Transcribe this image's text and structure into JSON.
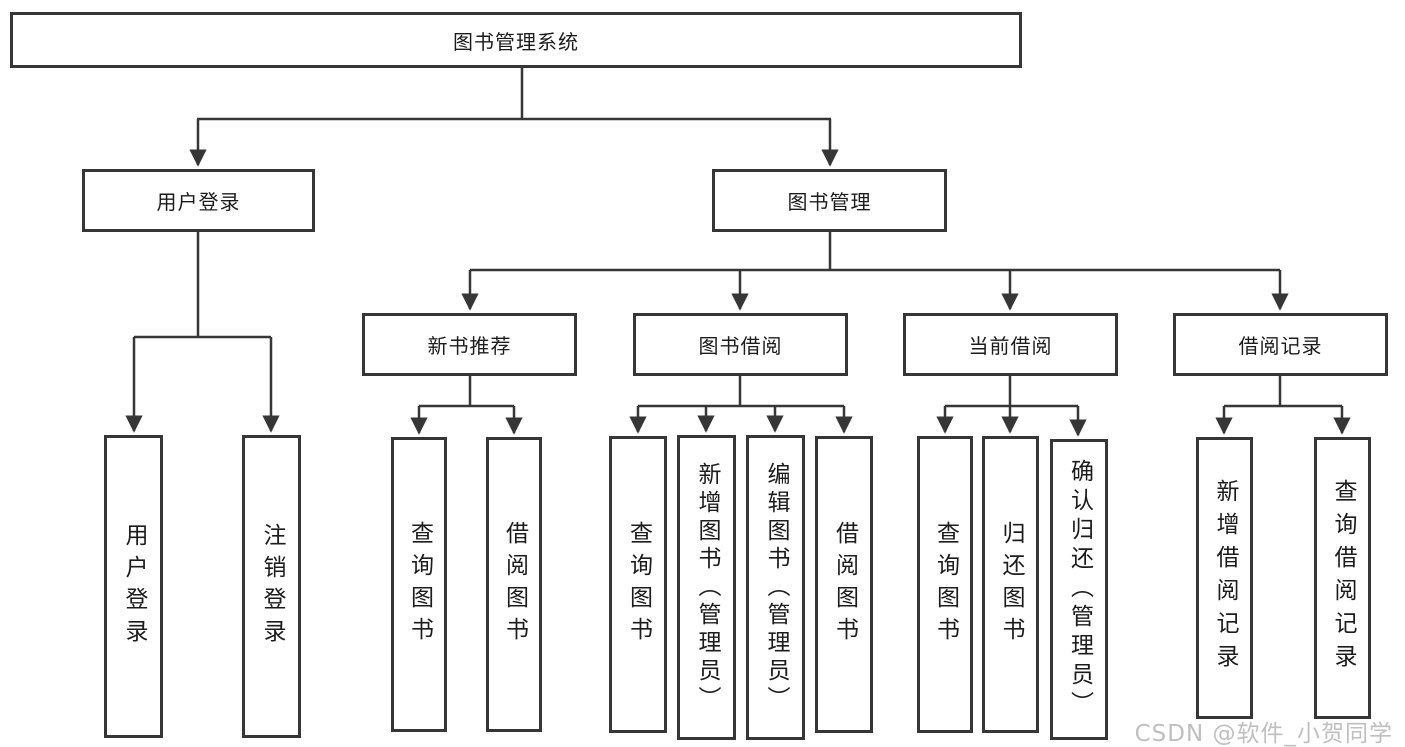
{
  "diagram": {
    "root": {
      "label": "图书管理系统",
      "children": [
        {
          "label": "用户登录",
          "children": [
            {
              "label": "用户登录"
            },
            {
              "label": "注销登录"
            }
          ]
        },
        {
          "label": "图书管理",
          "children": [
            {
              "label": "新书推荐",
              "children": [
                {
                  "label": "查询图书"
                },
                {
                  "label": "借阅图书"
                }
              ]
            },
            {
              "label": "图书借阅",
              "children": [
                {
                  "label": "查询图书"
                },
                {
                  "label": "新增图书（管理员）"
                },
                {
                  "label": "编辑图书（管理员）"
                },
                {
                  "label": "借阅图书"
                }
              ]
            },
            {
              "label": "当前借阅",
              "children": [
                {
                  "label": "查询图书"
                },
                {
                  "label": "归还图书"
                },
                {
                  "label": "确认归还（管理员）"
                }
              ]
            },
            {
              "label": "借阅记录",
              "children": [
                {
                  "label": "新增借阅记录"
                },
                {
                  "label": "查询借阅记录"
                }
              ]
            }
          ]
        }
      ]
    }
  },
  "watermark": {
    "text": "CSDN @软件_小贺同学"
  },
  "colors": {
    "line": "#363636",
    "box_border": "#363636",
    "text": "#1c1c1c",
    "watermark": "#bfbfbf",
    "background": "#ffffff"
  }
}
